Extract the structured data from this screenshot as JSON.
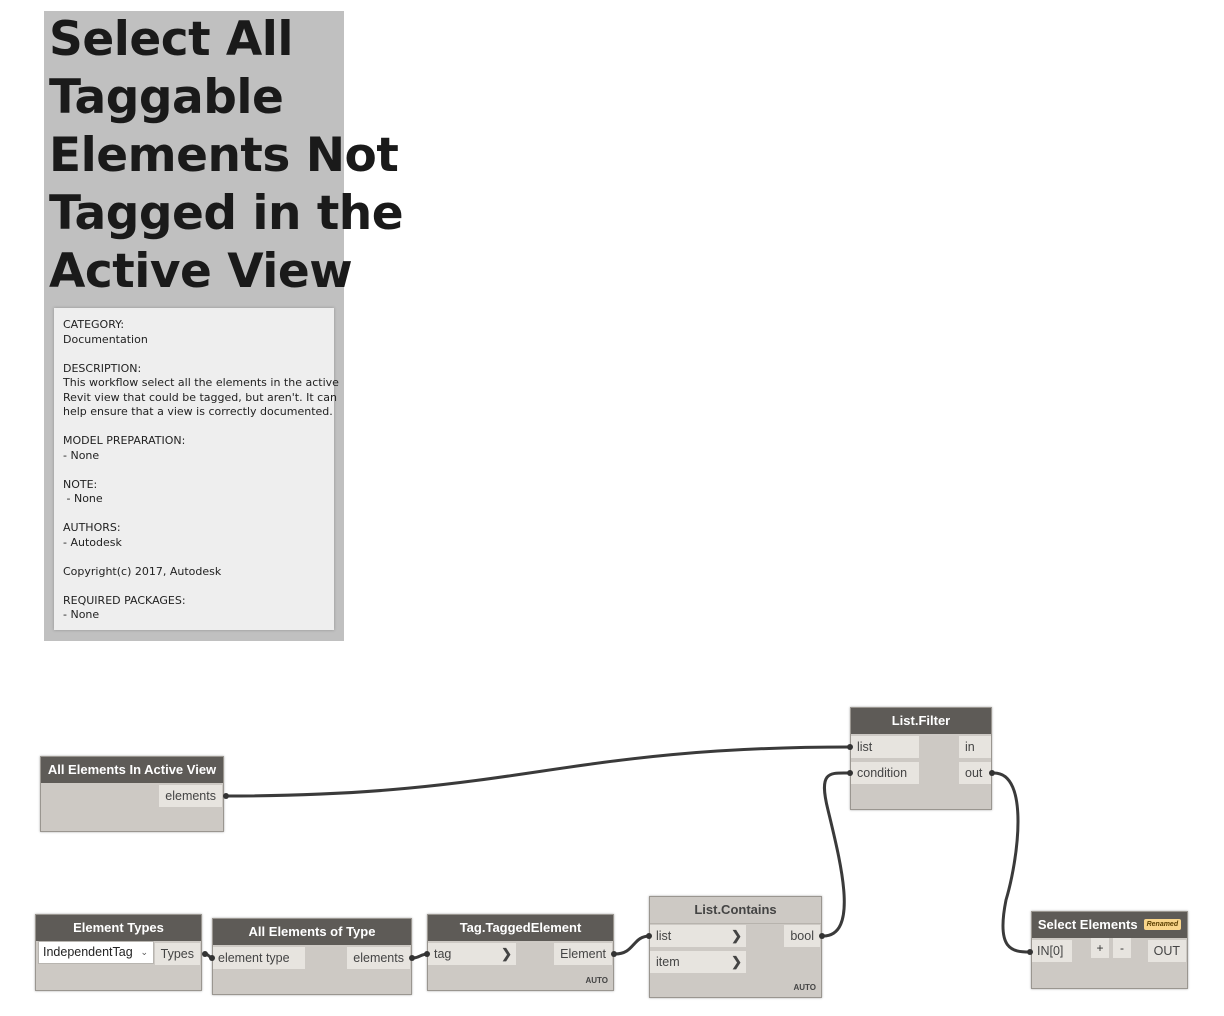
{
  "group": {
    "title_lines": [
      "Select All",
      "Taggable",
      "Elements Not",
      "Tagged in the",
      "Active View"
    ],
    "note_lines": [
      "CATEGORY:",
      "Documentation",
      "",
      "DESCRIPTION:",
      "This workflow select all the elements in the active",
      "Revit view that could be tagged, but aren't. It can",
      "help ensure that a view is correctly documented.",
      "",
      "MODEL PREPARATION:",
      "- None",
      "",
      "NOTE:",
      " - None",
      "",
      "AUTHORS:",
      "- Autodesk",
      "",
      "Copyright(c) 2017, Autodesk",
      "",
      "REQUIRED PACKAGES:",
      "- None"
    ]
  },
  "nodes": {
    "all_elements_active_view": {
      "title": "All Elements In Active View",
      "output": "elements"
    },
    "list_filter": {
      "title": "List.Filter",
      "inputs": [
        "list",
        "condition"
      ],
      "outputs": [
        "in",
        "out"
      ]
    },
    "element_types": {
      "title": "Element Types",
      "selected": "IndependentTag",
      "output": "Types"
    },
    "all_elements_of_type": {
      "title": "All Elements of Type",
      "input": "element type",
      "output": "elements"
    },
    "tag_tagged_element": {
      "title": "Tag.TaggedElement",
      "input": "tag",
      "output": "Element",
      "lacing": "AUTO"
    },
    "list_contains": {
      "title": "List.Contains",
      "inputs": [
        "list",
        "item"
      ],
      "output": "bool",
      "lacing": "AUTO"
    },
    "select_elements": {
      "title": "Select Elements",
      "badge": "Renamed",
      "input": "IN[0]",
      "add": "+",
      "remove": "-",
      "output": "OUT"
    }
  },
  "colors": {
    "wire": "#3a3a3a",
    "header": "#5e5b57",
    "body": "#cdc9c4",
    "group": "#c0c0c0"
  }
}
